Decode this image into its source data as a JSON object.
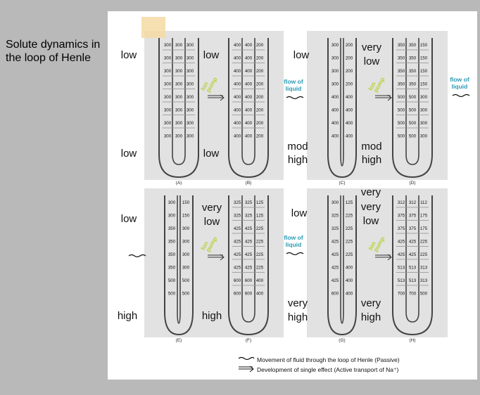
{
  "title": "Solute dynamics in the loop of Henle",
  "labels": {
    "low": "low",
    "high": "high",
    "very": "very",
    "mod": "mod",
    "ion": "Ion",
    "pump": "pump",
    "flow_of": "flow of",
    "liquid": "liquid"
  },
  "panels": [
    {
      "id": "A",
      "letter": "(A)",
      "cols": [
        [
          "300",
          "300",
          "300",
          "300",
          "300",
          "300",
          "300",
          "300"
        ],
        [
          "300",
          "300",
          "300",
          "300",
          "300",
          "300",
          "300",
          "300"
        ],
        [
          "300",
          "300",
          "300",
          "300",
          "300",
          "300",
          "300",
          "300"
        ]
      ]
    },
    {
      "id": "B",
      "letter": "(B)",
      "cols": [
        [
          "400",
          "400",
          "400",
          "400",
          "400",
          "400",
          "400",
          "400"
        ],
        [
          "400",
          "400",
          "400",
          "400",
          "400",
          "400",
          "400",
          "400"
        ],
        [
          "200",
          "200",
          "200",
          "200",
          "200",
          "200",
          "200",
          "200"
        ]
      ]
    },
    {
      "id": "C",
      "letter": "(C)",
      "cols": [
        [
          "300",
          "300",
          "300",
          "300",
          "400",
          "400",
          "400",
          "400"
        ],
        [
          "200",
          "200",
          "200",
          "200",
          "400",
          "400",
          "400",
          "400"
        ]
      ]
    },
    {
      "id": "D",
      "letter": "(D)",
      "cols": [
        [
          "350",
          "350",
          "350",
          "350",
          "500",
          "500",
          "500",
          "500"
        ],
        [
          "350",
          "350",
          "350",
          "350",
          "500",
          "500",
          "500",
          "500"
        ],
        [
          "150",
          "150",
          "150",
          "150",
          "300",
          "300",
          "300",
          "300"
        ]
      ]
    },
    {
      "id": "E",
      "letter": "(E)",
      "cols": [
        [
          "300",
          "300",
          "350",
          "350",
          "350",
          "350",
          "500",
          "500"
        ],
        [
          "150",
          "150",
          "300",
          "300",
          "300",
          "300",
          "500",
          "500"
        ]
      ]
    },
    {
      "id": "F",
      "letter": "(F)",
      "cols": [
        [
          "325",
          "325",
          "425",
          "425",
          "425",
          "425",
          "600",
          "600"
        ],
        [
          "325",
          "325",
          "425",
          "425",
          "425",
          "425",
          "600",
          "600"
        ],
        [
          "125",
          "125",
          "225",
          "225",
          "225",
          "225",
          "400",
          "400"
        ]
      ]
    },
    {
      "id": "G",
      "letter": "(G)",
      "cols": [
        [
          "300",
          "325",
          "325",
          "425",
          "425",
          "425",
          "425",
          "600"
        ],
        [
          "125",
          "225",
          "225",
          "225",
          "225",
          "400",
          "400",
          "400"
        ]
      ]
    },
    {
      "id": "H",
      "letter": "(H)",
      "cols": [
        [
          "312",
          "375",
          "375",
          "425",
          "425",
          "513",
          "513",
          "700"
        ],
        [
          "312",
          "375",
          "375",
          "425",
          "425",
          "513",
          "513",
          "700"
        ],
        [
          "112",
          "175",
          "175",
          "225",
          "225",
          "313",
          "313",
          "500"
        ]
      ]
    }
  ],
  "legend": {
    "passive": "Movement of fluid through the loop of Henle (Passive)",
    "active": "Development of single effect (Active transport of Na⁺)"
  },
  "colors": {
    "background": "#b9b9b9",
    "slide": "#ffffff",
    "panel": "#e2e2e2",
    "highlight": "#f5d9a3",
    "ion_pump": "#b5d334",
    "flow": "#2a9ab5",
    "tube": "#444444"
  }
}
